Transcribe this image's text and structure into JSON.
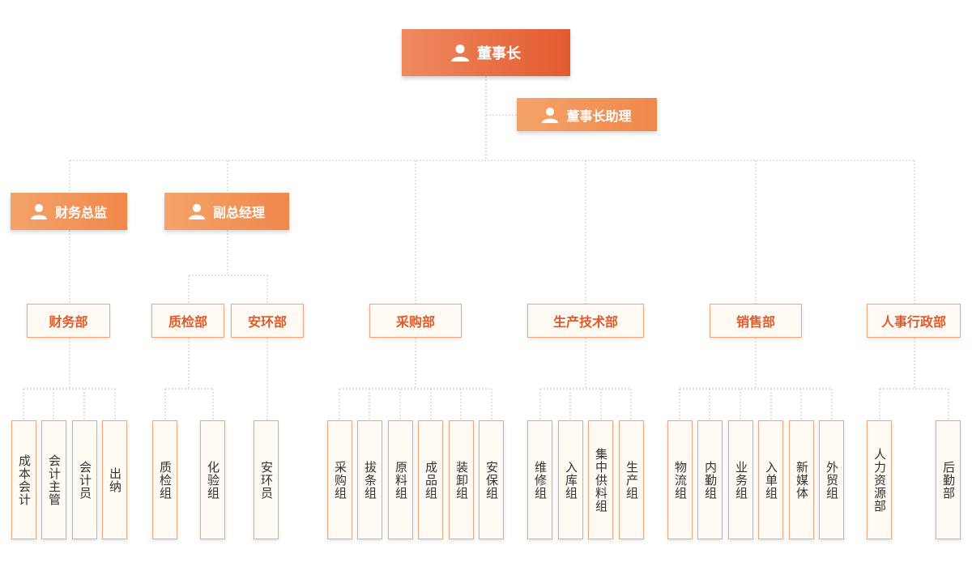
{
  "chairman": {
    "label": "董事长",
    "icon": "user-icon"
  },
  "assistant": {
    "label": "董事长助理",
    "icon": "user-icon"
  },
  "cfo": {
    "label": "财务总监",
    "icon": "user-icon"
  },
  "vp": {
    "label": "副总经理",
    "icon": "user-icon"
  },
  "departments": {
    "finance": {
      "label": "财务部",
      "groups": [
        "成本会计",
        "会计主管",
        "会计员",
        "出纳"
      ]
    },
    "qc": {
      "label": "质检部",
      "groups": [
        "质检组",
        "化验组"
      ]
    },
    "env": {
      "label": "安环部",
      "groups": [
        "安环员"
      ]
    },
    "purchase": {
      "label": "采购部",
      "groups": [
        "采购组",
        "拔条组",
        "原料组",
        "成品组",
        "装卸组",
        "安保组"
      ]
    },
    "production": {
      "label": "生产技术部",
      "groups": [
        "维修组",
        "入库组",
        "集中供料组",
        "生产组"
      ]
    },
    "sales": {
      "label": "销售部",
      "groups": [
        "物流组",
        "内勤组",
        "业务组",
        "入单组",
        "新媒体",
        "外贸组"
      ]
    },
    "hr": {
      "label": "人事行政部",
      "groups": [
        "人力资源部",
        "后勤部"
      ]
    }
  },
  "colors": {
    "primary": "#e35a30",
    "secondary": "#f0884a",
    "border": "#f0a678",
    "box_bg": "#fffaf3"
  }
}
